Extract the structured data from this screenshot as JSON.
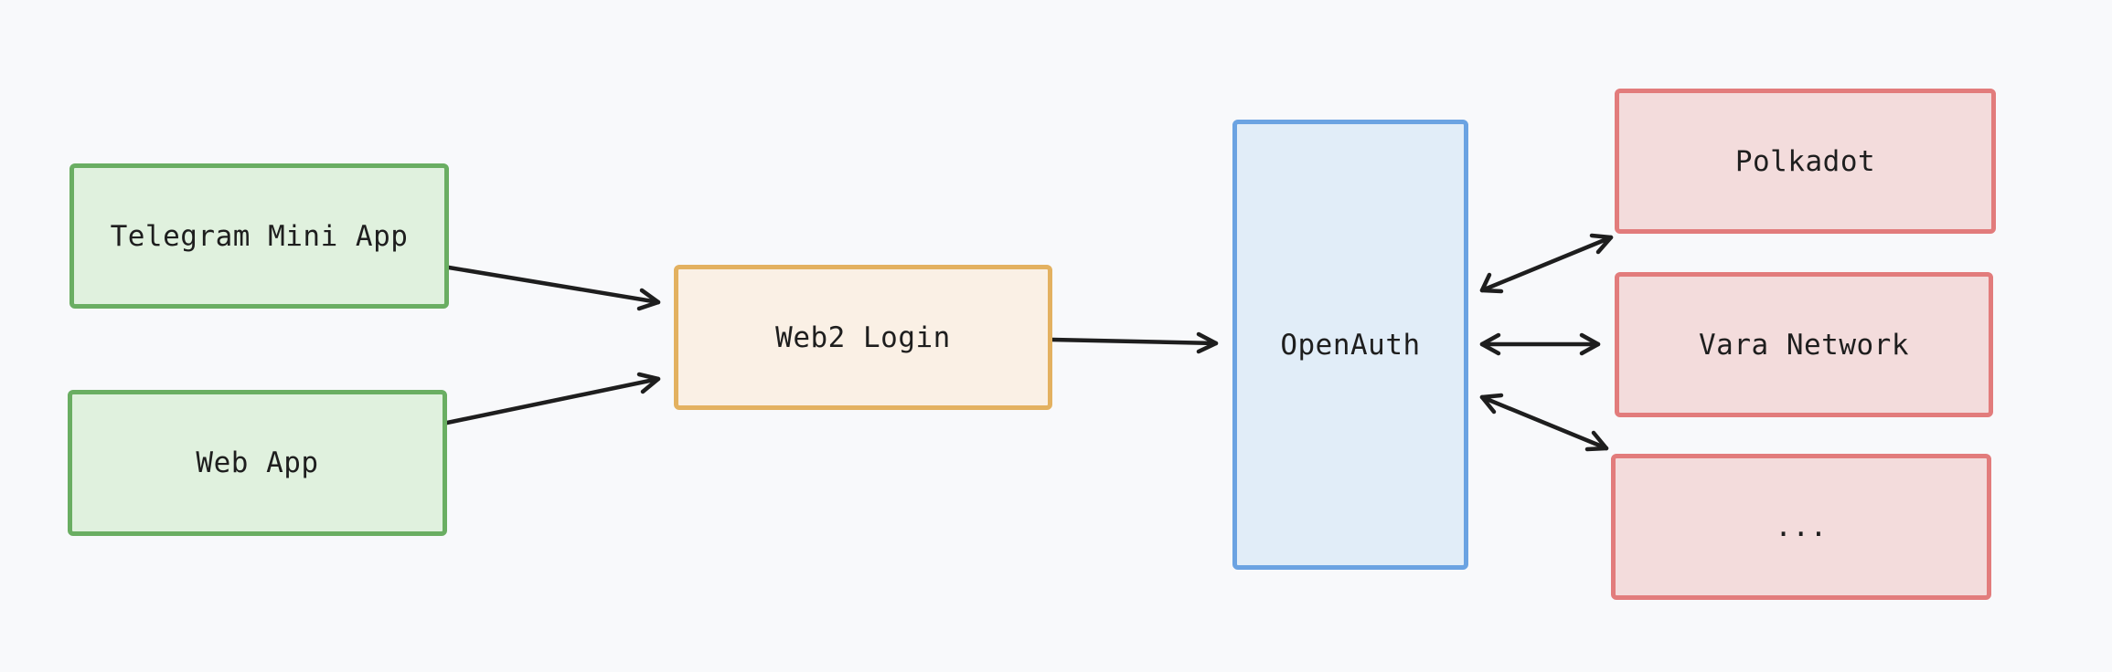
{
  "nodes": {
    "telegram_mini_app": "Telegram Mini App",
    "web_app": "Web App",
    "web2_login": "Web2 Login",
    "openauth": "OpenAuth",
    "polkadot": "Polkadot",
    "vara_network": "Vara Network",
    "more": "..."
  },
  "colors": {
    "background": "#f8f9fb",
    "green_fill": "#e0f1de",
    "green_stroke": "#6aae62",
    "orange_fill": "#faf0e5",
    "orange_stroke": "#e3b160",
    "blue_fill": "#e1edf8",
    "blue_stroke": "#6ba3e2",
    "red_fill": "#f3dcdc",
    "red_stroke": "#e27c7c",
    "arrow": "#1e1e1e"
  },
  "edges": [
    {
      "from": "telegram_mini_app",
      "to": "web2_login",
      "direction": "forward"
    },
    {
      "from": "web_app",
      "to": "web2_login",
      "direction": "forward"
    },
    {
      "from": "web2_login",
      "to": "openauth",
      "direction": "forward"
    },
    {
      "from": "openauth",
      "to": "polkadot",
      "direction": "both"
    },
    {
      "from": "openauth",
      "to": "vara_network",
      "direction": "both"
    },
    {
      "from": "openauth",
      "to": "more",
      "direction": "both"
    }
  ]
}
